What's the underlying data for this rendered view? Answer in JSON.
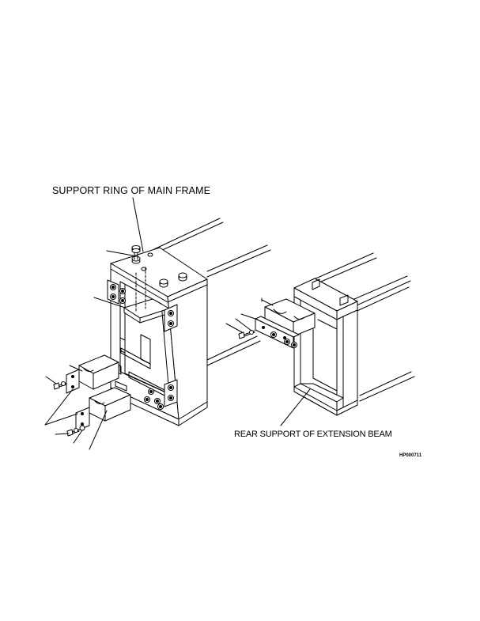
{
  "labels": {
    "support_ring": "SUPPORT RING OF MAIN FRAME",
    "rear_support": "REAR SUPPORT OF EXTENSION BEAM",
    "drawing_code": "HP000711"
  },
  "colors": {
    "ink": "#000000",
    "paper": "#ffffff"
  }
}
